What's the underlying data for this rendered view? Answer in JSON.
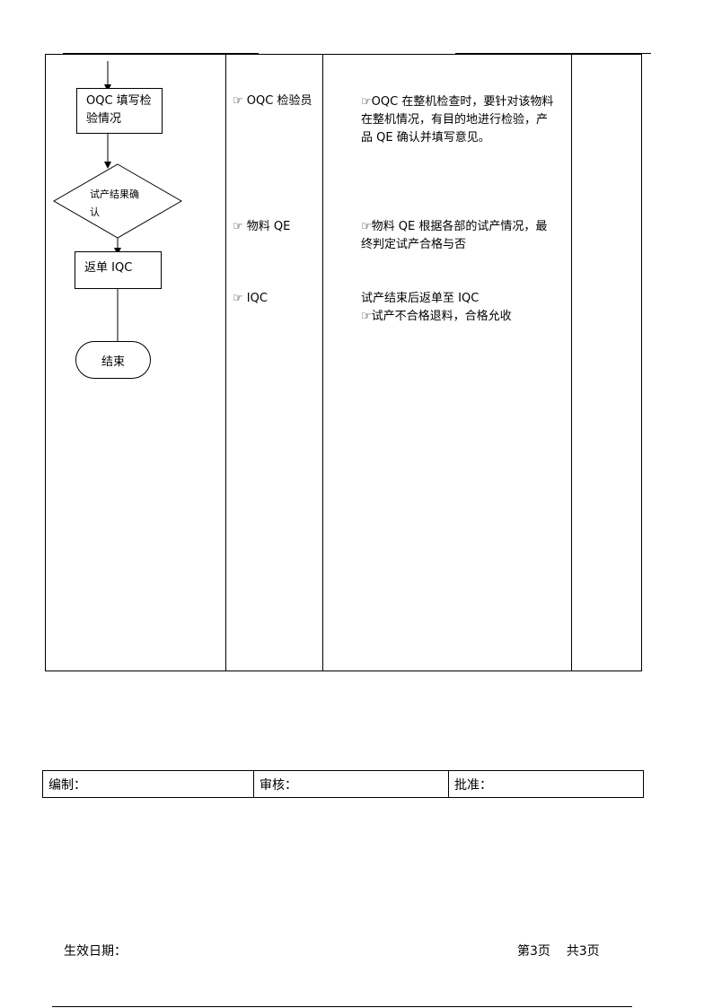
{
  "flowchart": {
    "box_fill": "OQC 填写检验情况",
    "box_fill_line1": "OQC 填写检",
    "box_fill_line2": "验情况",
    "decision_line1": "试产结果确",
    "decision_line2": "认",
    "box_return": "返单 IQC",
    "terminal_end": "结束"
  },
  "roles": [
    {
      "icon": "pointing-hand-icon",
      "text": "☞ OQC 检验员"
    },
    {
      "icon": "pointing-hand-icon",
      "text": "☞    物料 QE"
    },
    {
      "icon": "pointing-hand-icon",
      "text": "☞     IQC"
    }
  ],
  "descriptions": [
    {
      "lines": [
        "☞OQC 在整机检查时，要针对该物料",
        "在整机情况，有目的地进行检验，产",
        "品 QE 确认并填写意见。"
      ]
    },
    {
      "lines": [
        "☞物料 QE 根据各部的试产情况，最",
        "   终判定试产合格与否"
      ]
    },
    {
      "lines": [
        "试产结束后返单至 IQC",
        "☞试产不合格退料，合格允收"
      ]
    }
  ],
  "signature": {
    "prepared": "编制：",
    "reviewed": "审核：",
    "approved": "批准："
  },
  "footer": {
    "effective_date": "生效日期：",
    "page_info": "第3页    共3页"
  }
}
